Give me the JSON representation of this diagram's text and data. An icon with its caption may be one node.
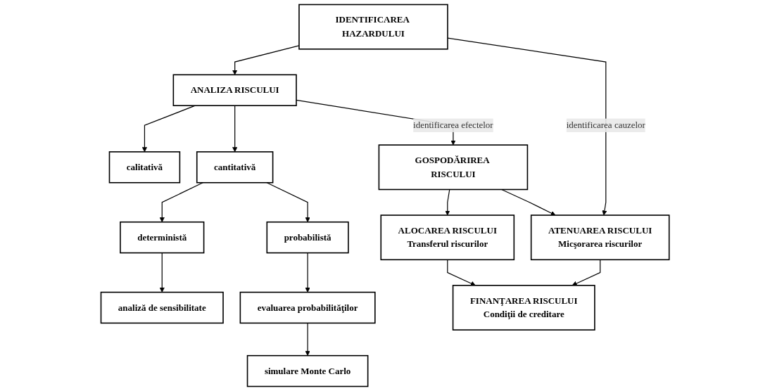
{
  "diagram": {
    "nodes": [
      {
        "text": [
          "IDENTIFICAREA HAZARDULUI"
        ]
      },
      {
        "text": [
          "ANALIZA RISCULUI"
        ]
      },
      {
        "text": [
          "calitativă"
        ]
      },
      {
        "text": [
          "cantitativă"
        ]
      },
      {
        "text": [
          "deterministă"
        ]
      },
      {
        "text": [
          "probabilistă"
        ]
      },
      {
        "text": [
          "GOSPODĂRIREA RISCULUI"
        ]
      },
      {
        "text": [
          "analiză de sensibilitate"
        ]
      },
      {
        "text": [
          "evaluarea probabilităţilor"
        ]
      },
      {
        "text": [
          "ATENUAREA RISCULUI",
          "Micşorarea riscurilor"
        ]
      },
      {
        "text": [
          "FINANŢAREA RISCULUI",
          "Condiţii de creditare"
        ]
      },
      {
        "text": [
          "ALOCAREA RISCULUI",
          "Transferul riscurilor"
        ]
      },
      {
        "text": [
          "simulare Monte Carlo"
        ]
      }
    ],
    "edges": [
      {
        "from": 0,
        "to": 1,
        "arrow": "to"
      },
      {
        "from": 0,
        "to": 9,
        "arrow": "to",
        "label": "identificarea cauzelor"
      },
      {
        "from": 1,
        "to": 2,
        "arrow": "to"
      },
      {
        "from": 1,
        "to": 3,
        "arrow": "to"
      },
      {
        "from": 1,
        "to": 6,
        "arrow": "to",
        "label": "identificarea efectelor"
      },
      {
        "from": 3,
        "to": 4,
        "arrow": "to"
      },
      {
        "from": 3,
        "to": 5,
        "arrow": "to"
      },
      {
        "from": 4,
        "to": 7,
        "arrow": "to"
      },
      {
        "from": 5,
        "to": 8,
        "arrow": "to"
      },
      {
        "from": 6,
        "to": 9,
        "arrow": "to"
      },
      {
        "from": 6,
        "to": 11,
        "arrow": "to"
      },
      {
        "from": 8,
        "to": 12,
        "arrow": "to"
      },
      {
        "from": 9,
        "to": 10,
        "arrow": "to"
      },
      {
        "from": 11,
        "to": 10,
        "arrow": "to"
      }
    ]
  }
}
